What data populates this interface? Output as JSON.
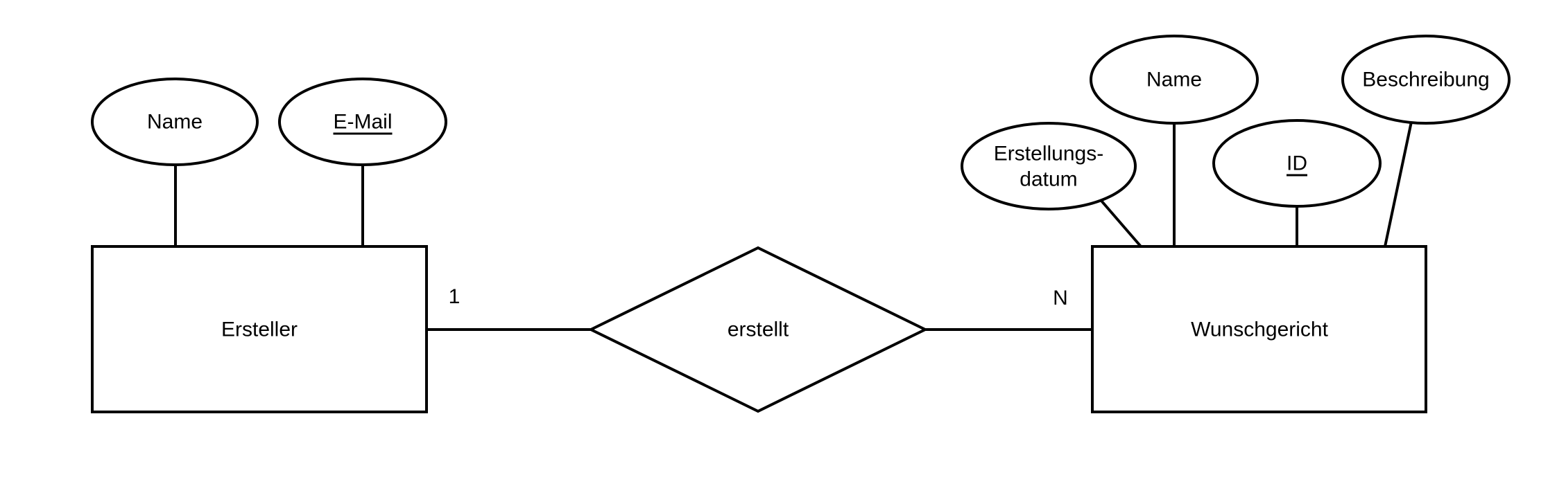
{
  "diagram": {
    "kind": "entity-relationship-diagram",
    "colors": {
      "stroke": "#000000",
      "fill": "#ffffff",
      "text": "#000000"
    },
    "entity_left": {
      "name": "Ersteller",
      "attr_name": "Name",
      "attr_email": "E-Mail",
      "attr_email_is_key": true
    },
    "relationship": {
      "name": "erstellt",
      "left_cardinality": "1",
      "right_cardinality": "N"
    },
    "entity_right": {
      "name": "Wunschgericht",
      "attr_erstellungsdatum_line1": "Erstellungs-",
      "attr_erstellungsdatum_line2": "datum",
      "attr_name": "Name",
      "attr_id": "ID",
      "attr_id_is_key": true,
      "attr_beschreibung": "Beschreibung"
    }
  }
}
